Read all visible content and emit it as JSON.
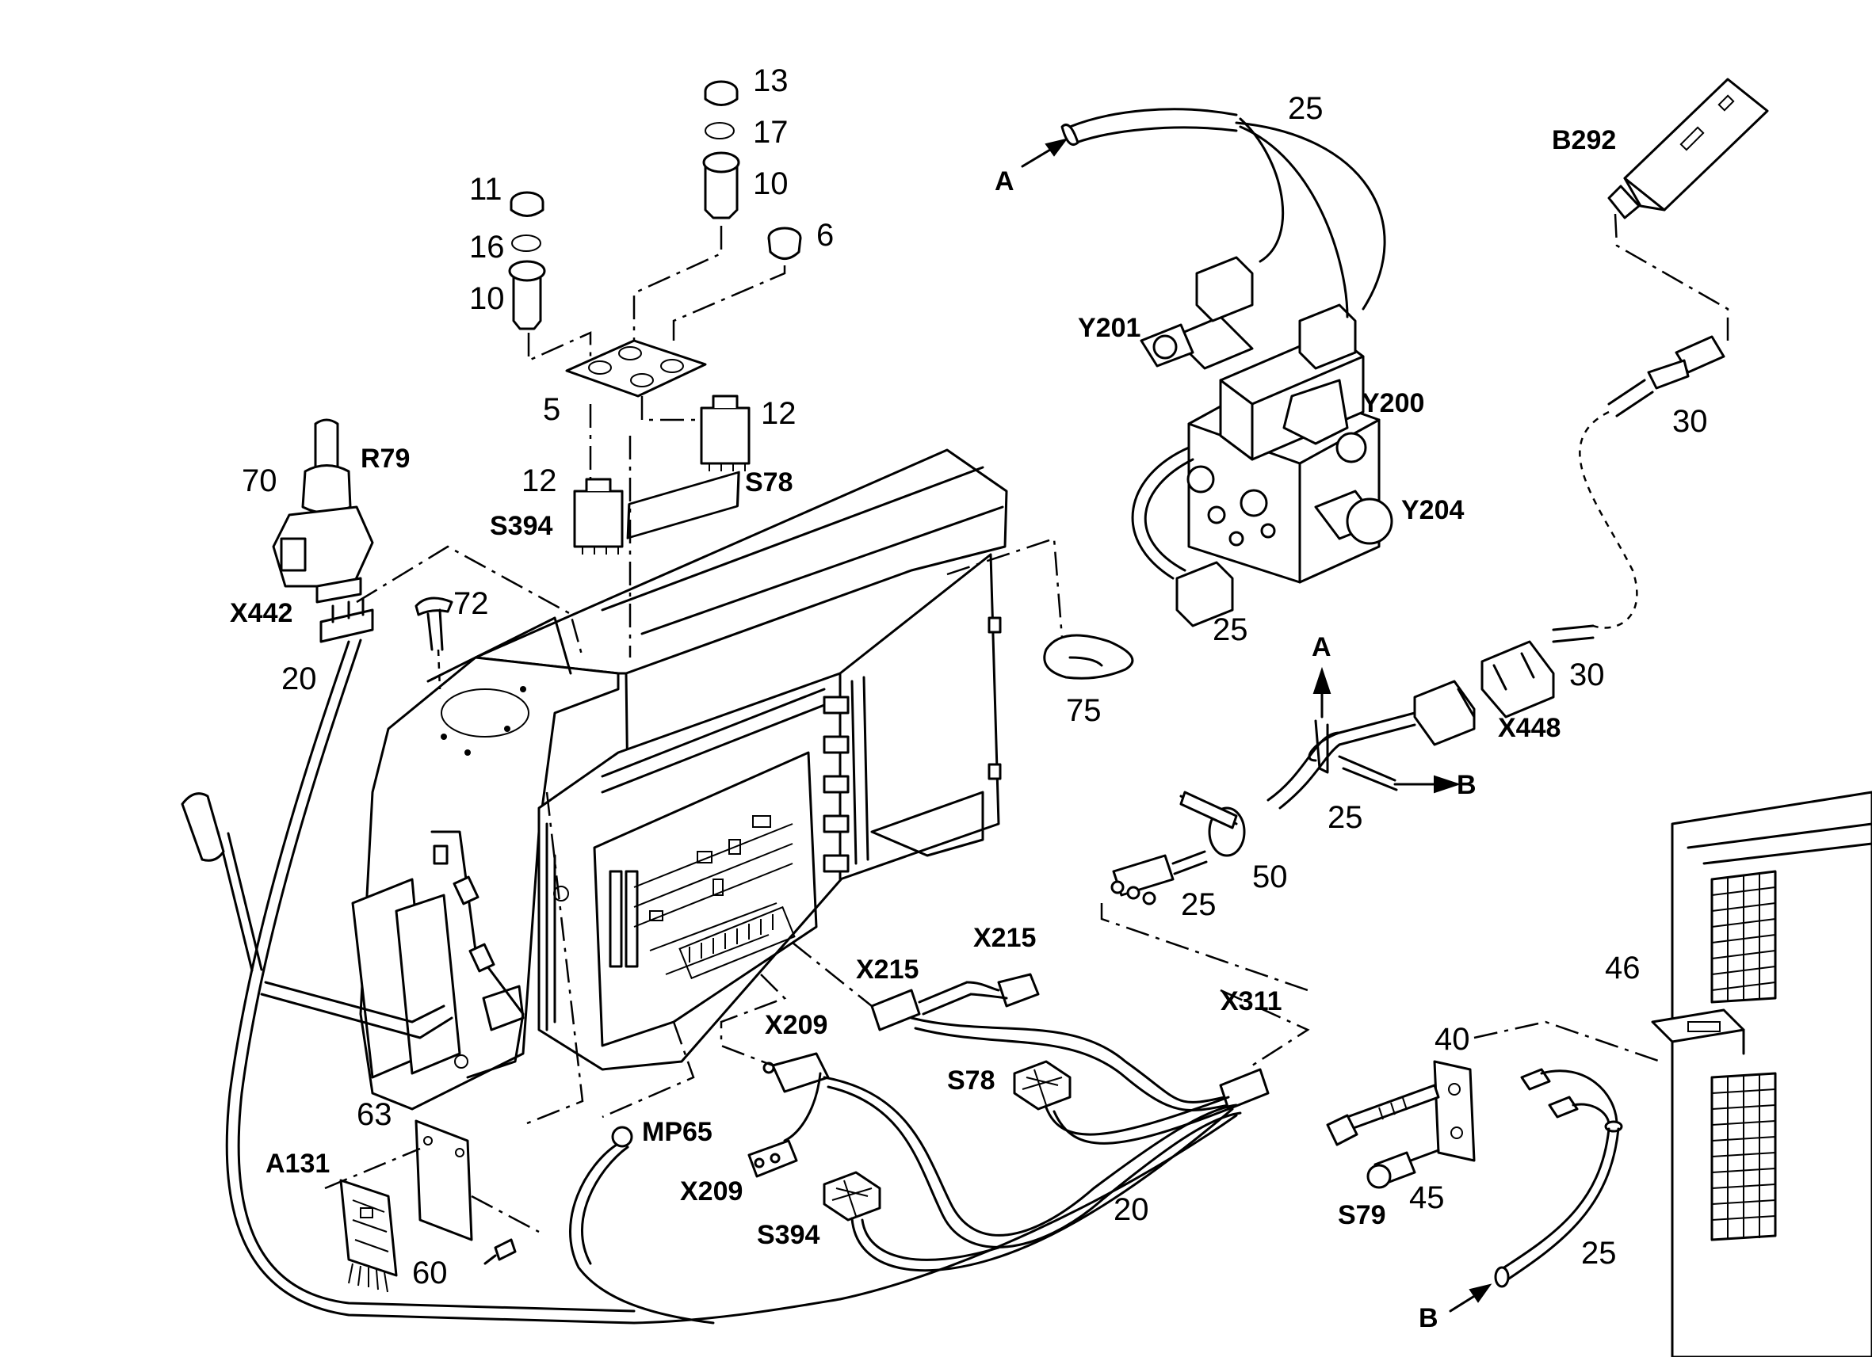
{
  "callouts": [
    {
      "text": "13",
      "kind": "num"
    },
    {
      "text": "17",
      "kind": "num"
    },
    {
      "text": "10",
      "kind": "num"
    },
    {
      "text": "11",
      "kind": "num"
    },
    {
      "text": "16",
      "kind": "num"
    },
    {
      "text": "10",
      "kind": "num"
    },
    {
      "text": "6",
      "kind": "num"
    },
    {
      "text": "5",
      "kind": "num"
    },
    {
      "text": "12",
      "kind": "num"
    },
    {
      "text": "S78",
      "kind": "code"
    },
    {
      "text": "12",
      "kind": "num"
    },
    {
      "text": "S394",
      "kind": "code"
    },
    {
      "text": "70",
      "kind": "num"
    },
    {
      "text": "R79",
      "kind": "code"
    },
    {
      "text": "X442",
      "kind": "code"
    },
    {
      "text": "72",
      "kind": "num"
    },
    {
      "text": "20",
      "kind": "num"
    },
    {
      "text": "25",
      "kind": "num"
    },
    {
      "text": "A",
      "kind": "code"
    },
    {
      "text": "Y201",
      "kind": "code"
    },
    {
      "text": "Y200",
      "kind": "code"
    },
    {
      "text": "Y204",
      "kind": "code"
    },
    {
      "text": "25",
      "kind": "num"
    },
    {
      "text": "B292",
      "kind": "code"
    },
    {
      "text": "30",
      "kind": "num"
    },
    {
      "text": "75",
      "kind": "num"
    },
    {
      "text": "A",
      "kind": "code"
    },
    {
      "text": "30",
      "kind": "num"
    },
    {
      "text": "X448",
      "kind": "code"
    },
    {
      "text": "B",
      "kind": "code"
    },
    {
      "text": "25",
      "kind": "num"
    },
    {
      "text": "50",
      "kind": "num"
    },
    {
      "text": "25",
      "kind": "num"
    },
    {
      "text": "X215",
      "kind": "code"
    },
    {
      "text": "X215",
      "kind": "code"
    },
    {
      "text": "X311",
      "kind": "code"
    },
    {
      "text": "X209",
      "kind": "code"
    },
    {
      "text": "S78",
      "kind": "code"
    },
    {
      "text": "63",
      "kind": "num"
    },
    {
      "text": "MP65",
      "kind": "code"
    },
    {
      "text": "A131",
      "kind": "code"
    },
    {
      "text": "X209",
      "kind": "code"
    },
    {
      "text": "S394",
      "kind": "code"
    },
    {
      "text": "20",
      "kind": "num"
    },
    {
      "text": "60",
      "kind": "num"
    },
    {
      "text": "46",
      "kind": "num"
    },
    {
      "text": "40",
      "kind": "num"
    },
    {
      "text": "S79",
      "kind": "code"
    },
    {
      "text": "45",
      "kind": "num"
    },
    {
      "text": "25",
      "kind": "num"
    },
    {
      "text": "B",
      "kind": "code"
    }
  ]
}
